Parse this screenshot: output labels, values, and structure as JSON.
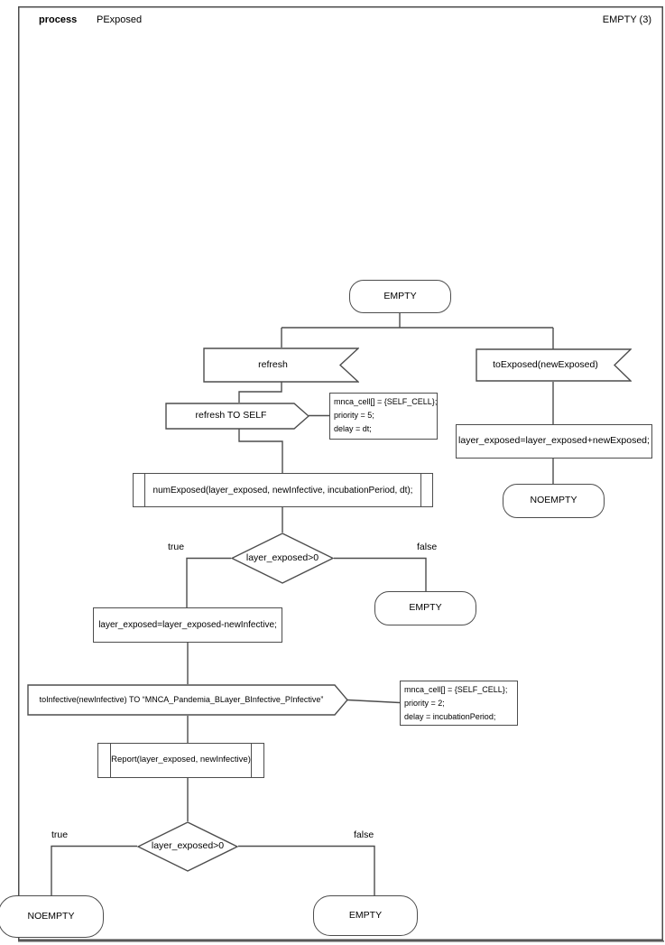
{
  "header": {
    "kind_label": "process",
    "name": "PExposed",
    "corner_label": "EMPTY (3)"
  },
  "branch_labels": {
    "true_label": "true",
    "false_label": "false"
  },
  "nodes": {
    "state_start": "EMPTY",
    "input_refresh": "refresh",
    "output_refresh_self": "refresh TO SELF",
    "note_refresh": {
      "lines": [
        "mnca_cell[] = {SELF_CELL};",
        "priority = 5;",
        "delay = dt;"
      ]
    },
    "input_toexposed": "toExposed(newExposed)",
    "task_add": "layer_exposed=layer_exposed+newExposed;",
    "state_noempty_right": "NOEMPTY",
    "proc_numexposed": "numExposed(layer_exposed, newInfective, incubationPeriod, dt);",
    "decision_1": "layer_exposed>0",
    "state_empty_mid": "EMPTY",
    "task_subtract": "layer_exposed=layer_exposed-newInfective;",
    "output_toinfective": "toInfective(newInfective) TO “MNCA_Pandemia_BLayer_BInfective_PInfective”",
    "note_toinfective": {
      "lines": [
        "mnca_cell[] = {SELF_CELL};",
        "priority = 2;",
        "delay = incubationPeriod;"
      ]
    },
    "proc_report": "Report(layer_exposed, newInfective)",
    "decision_2": "layer_exposed>0",
    "state_noempty_bottom": "NOEMPTY",
    "state_empty_bottom": "EMPTY"
  },
  "colors": {
    "line": "#4d4d4d",
    "text": "#000000",
    "background": "#ffffff"
  }
}
